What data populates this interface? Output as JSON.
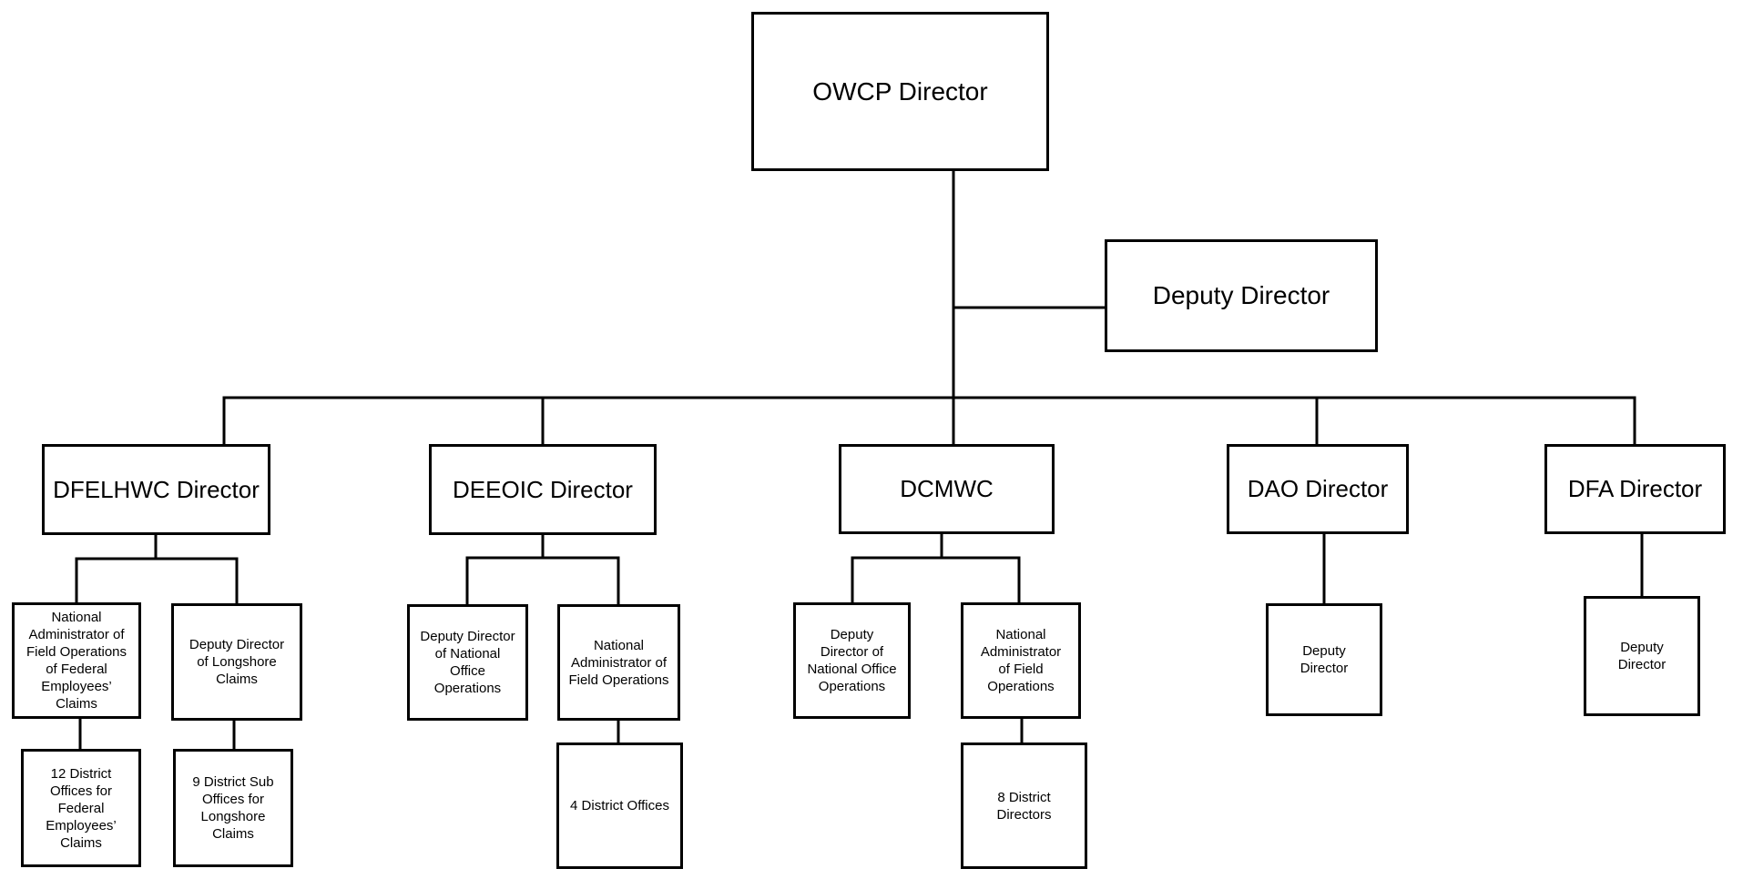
{
  "diagram": {
    "type": "org-chart",
    "title": "OWCP organization chart"
  },
  "colors": {
    "background": "#ffffff",
    "box_fill": "#ffffff",
    "box_border": "#000000",
    "line": "#000000",
    "text": "#000000"
  },
  "nodes": {
    "owcp": {
      "label": "OWCP Director",
      "parent": null
    },
    "deputy_director": {
      "label": "Deputy Director",
      "parent": "owcp"
    },
    "dfelhwc": {
      "label": "DFELHWC Director",
      "parent": "owcp"
    },
    "deeoic": {
      "label": "DEEOIC Director",
      "parent": "owcp"
    },
    "dcmwc": {
      "label": "DCMWC",
      "parent": "owcp"
    },
    "dao": {
      "label": "DAO Director",
      "parent": "owcp"
    },
    "dfa": {
      "label": "DFA Director",
      "parent": "owcp"
    },
    "dfelhwc_national_administrator": {
      "label": "National\nAdministrator of\nField Operations\nof Federal\nEmployees’\nClaims",
      "parent": "dfelhwc"
    },
    "dfelhwc_deputy_longshore": {
      "label": "Deputy Director\nof Longshore\nClaims",
      "parent": "dfelhwc"
    },
    "dfelhwc_district_offices": {
      "label": "12 District\nOffices for\nFederal\nEmployees’\nClaims",
      "parent": "dfelhwc_national_administrator"
    },
    "dfelhwc_district_sub_offices": {
      "label": "9 District Sub\nOffices for\nLongshore\nClaims",
      "parent": "dfelhwc_deputy_longshore"
    },
    "deeoic_deputy_national_office": {
      "label": "Deputy Director\nof National\nOffice\nOperations",
      "parent": "deeoic"
    },
    "deeoic_national_administrator": {
      "label": "National\nAdministrator of\nField Operations",
      "parent": "deeoic"
    },
    "deeoic_district_offices": {
      "label": "4 District Offices",
      "parent": "deeoic_national_administrator"
    },
    "dcmwc_deputy_national_office": {
      "label": "Deputy\nDirector of\nNational Office\nOperations",
      "parent": "dcmwc"
    },
    "dcmwc_national_administrator": {
      "label": "National\nAdministrator\nof Field\nOperations",
      "parent": "dcmwc"
    },
    "dcmwc_district_directors": {
      "label": "8 District\nDirectors",
      "parent": "dcmwc_national_administrator"
    },
    "dao_deputy": {
      "label": "Deputy\nDirector",
      "parent": "dao"
    },
    "dfa_deputy": {
      "label": "Deputy\nDirector",
      "parent": "dfa"
    }
  }
}
